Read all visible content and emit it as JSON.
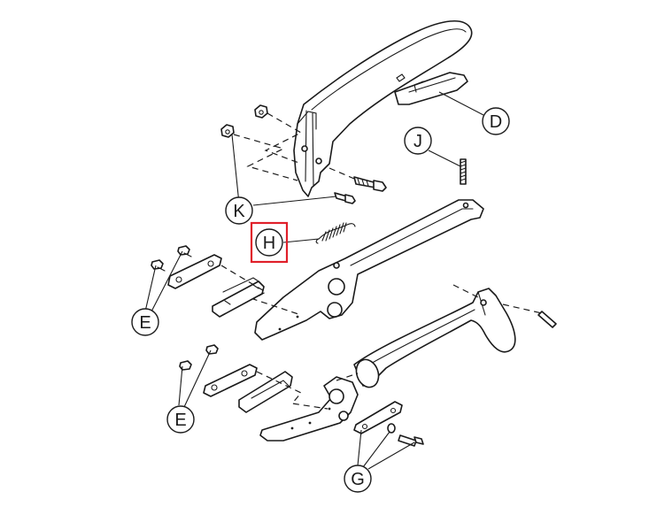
{
  "callouts": {
    "D": "D",
    "J": "J",
    "K": "K",
    "H": "H",
    "E1": "E",
    "E2": "E",
    "G": "G"
  },
  "highlighted_callout": "H",
  "colors": {
    "line": "#1a1a1a",
    "highlight": "#e0202a",
    "background": "#ffffff"
  }
}
